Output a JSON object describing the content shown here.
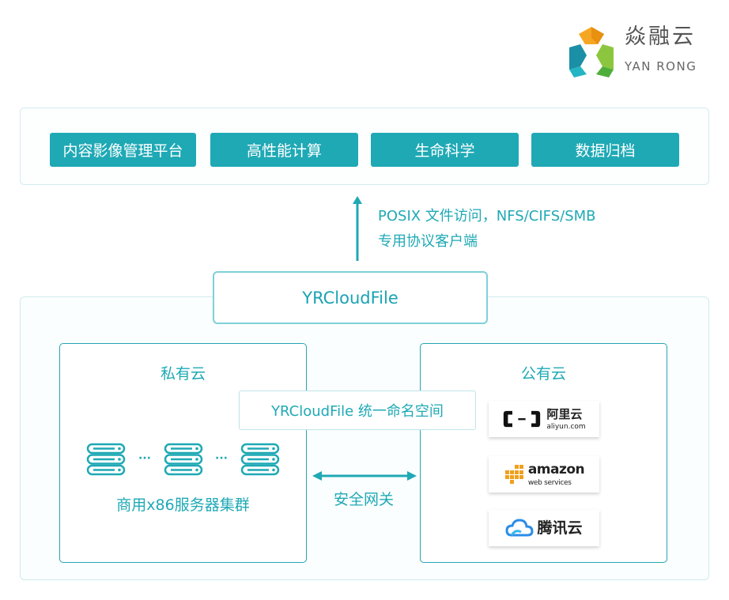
{
  "logo": {
    "name_cn": "焱融云",
    "name_en": "YAN RONG",
    "colors": [
      "#f5a623",
      "#1b8fa6",
      "#4fae3a"
    ]
  },
  "applications": [
    {
      "label": "内容影像管理平台"
    },
    {
      "label": "高性能计算"
    },
    {
      "label": "生命科学"
    },
    {
      "label": "数据归档"
    }
  ],
  "protocol": {
    "line1": "POSIX 文件访问，NFS/CIFS/SMB",
    "line2": "专用协议客户端"
  },
  "product": {
    "name": "YRCloudFile",
    "namespace_label": "YRCloudFile 统一命名空间"
  },
  "private_cloud": {
    "title": "私有云",
    "servers_icon": "server-stack-icon",
    "ellipsis": "···",
    "cluster_label": "商用x86服务器集群"
  },
  "gateway": {
    "label": "安全网关"
  },
  "public_cloud": {
    "title": "公有云",
    "vendors": [
      {
        "name": "阿里云",
        "sub": "aliyun.com",
        "icon": "aliyun-logo-icon"
      },
      {
        "name": "amazon",
        "sub": "web services",
        "icon": "aws-logo-icon"
      },
      {
        "name": "腾讯云",
        "icon": "tencent-cloud-icon"
      }
    ]
  },
  "colors": {
    "accent": "#1fa9b5",
    "panel_border": "#d2ecef",
    "aws_orange": "#f0a01c",
    "tencent_blue": "#2c8de6"
  }
}
